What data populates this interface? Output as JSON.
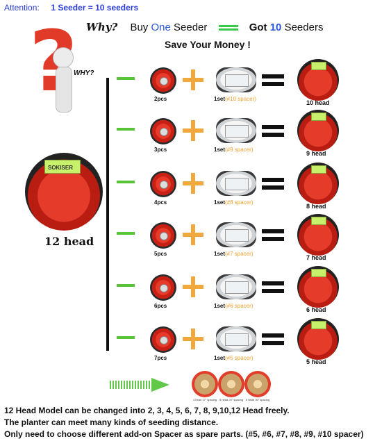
{
  "attention": {
    "prefix": "Attention:",
    "text": "1 Seeder  =  10 seeders"
  },
  "headline": {
    "why": "Why?",
    "buy": "Buy",
    "one": "One",
    "seeder1": "Seeder",
    "got": "Got",
    "ten": "10",
    "seeders": "Seeders"
  },
  "save": "Save Your Money !",
  "why_small": "WHY?",
  "big_head_label": "12 head",
  "big_tag": "SOKISER",
  "rows": [
    {
      "pcs": "2pcs",
      "set": "1set",
      "spacer": "(#10 spacer)",
      "head": "10 head"
    },
    {
      "pcs": "3pcs",
      "set": "1set",
      "spacer": "(#9 spacer)",
      "head": "9 head"
    },
    {
      "pcs": "4pcs",
      "set": "1set",
      "spacer": "(#8 spacer)",
      "head": "8 head"
    },
    {
      "pcs": "5pcs",
      "set": "1set",
      "spacer": "(#7 spacer)",
      "head": "7 head"
    },
    {
      "pcs": "6pcs",
      "set": "1set",
      "spacer": "(#6 spacer)",
      "head": "6 head"
    },
    {
      "pcs": "7pcs",
      "set": "1set",
      "spacer": "(#5 spacer)",
      "head": "5 head"
    }
  ],
  "wheels": [
    "4 head 17\" spacing",
    "5 head 20\" spacing",
    "6 head 30\" spacing"
  ],
  "footer": {
    "line1": "12 Head Model can be changed into 2, 3, 4, 5, 6, 7, 8, 9,10,12 Head freely.",
    "line2": "The planter can meet many kinds of seeding distance.",
    "line3": "Only need to choose different add-on Spacer as spare parts.  (#5, #6, #7, #8, #9, #10  spacer)"
  },
  "colors": {
    "accent_blue": "#2b3fd6",
    "green": "#59c437",
    "orange": "#f0a030",
    "red": "#e23a28"
  }
}
